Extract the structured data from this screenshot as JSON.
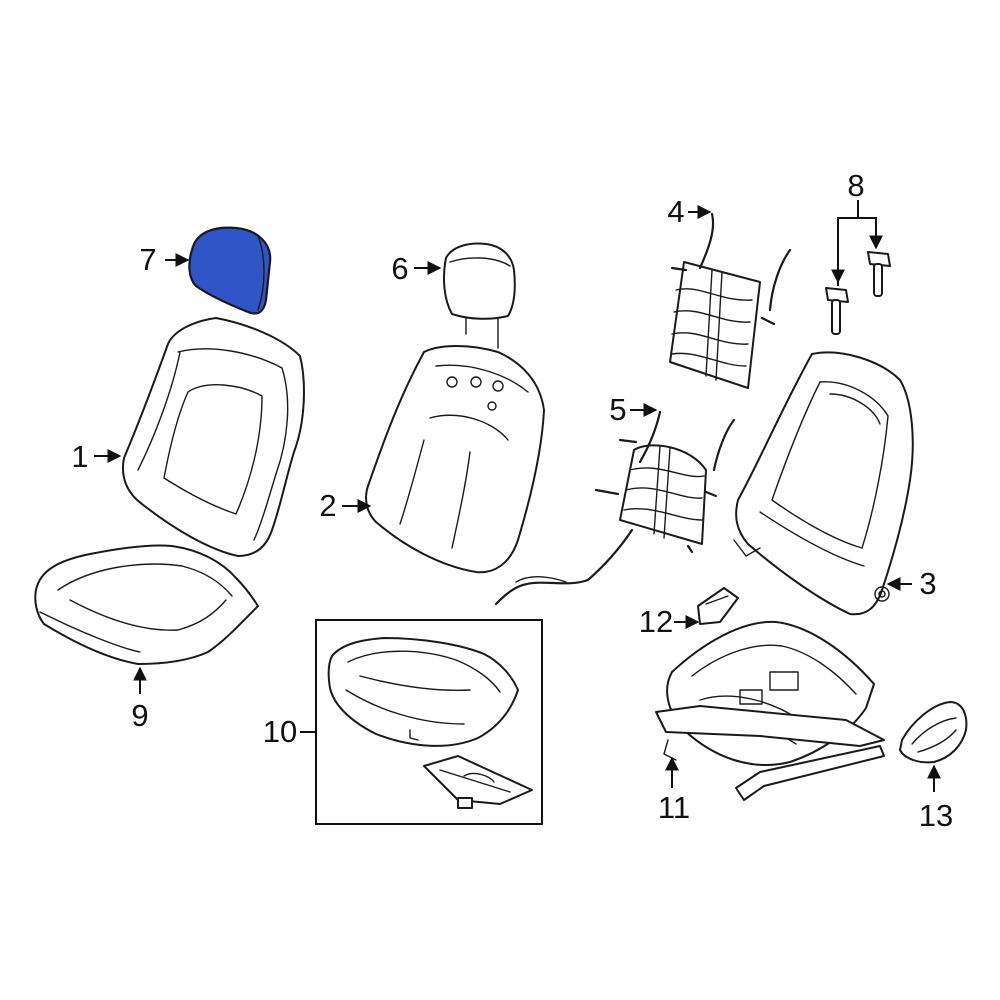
{
  "colors": {
    "highlight": "#2f55c8",
    "line": "#1a1a1a",
    "background": "#ffffff"
  },
  "callouts": {
    "c1": "1",
    "c2": "2",
    "c3": "3",
    "c4": "4",
    "c5": "5",
    "c6": "6",
    "c7": "7",
    "c8": "8",
    "c9": "9",
    "c10": "10",
    "c11": "11",
    "c12": "12",
    "c13": "13"
  }
}
